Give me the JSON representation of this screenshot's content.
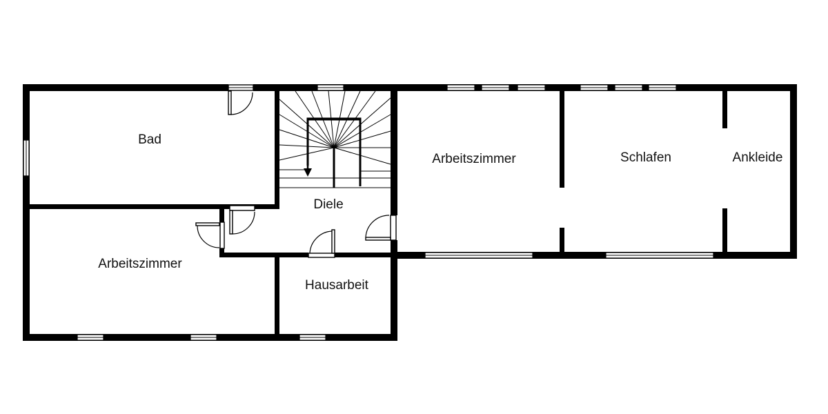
{
  "rooms": {
    "bad": "Bad",
    "arbeitszimmer_west": "Arbeitszimmer",
    "diele": "Diele",
    "hausarbeit": "Hausarbeit",
    "arbeitszimmer_ost": "Arbeitszimmer",
    "schlafen": "Schlafen",
    "ankleide": "Ankleide"
  },
  "colors": {
    "wall": "#000000",
    "background": "#ffffff"
  }
}
